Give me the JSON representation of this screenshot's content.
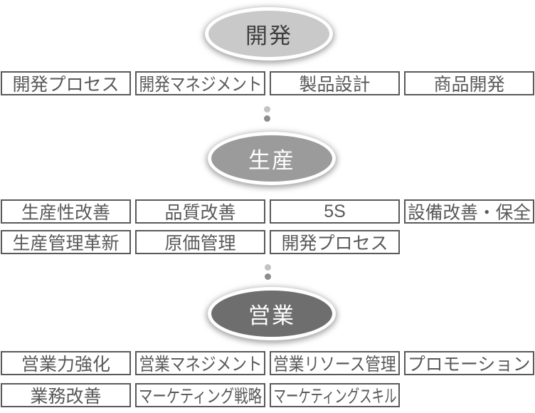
{
  "colors": {
    "box_border": "#595959",
    "box_text": "#595959",
    "box_fill": "#ffffff",
    "connector_dot_light": "#c3c3c3",
    "connector_dot_dark": "#8d8d8d",
    "ellipse_ring": "#ffffff"
  },
  "connectors": {
    "dot_light": "#c3c3c3",
    "dot_dark": "#8d8d8d"
  },
  "sections": [
    {
      "id": "development",
      "ellipse": {
        "label": "開発",
        "fill": "#c9c9c9",
        "text_color": "#3f3f3f"
      },
      "rows": [
        [
          "開発プロセス",
          "開発マネジメント",
          "製品設計",
          "商品開発"
        ]
      ]
    },
    {
      "id": "production",
      "ellipse": {
        "label": "生産",
        "fill": "#9b9b9b",
        "text_color": "#ffffff"
      },
      "rows": [
        [
          "生産性改善",
          "品質改善",
          "5S",
          "設備改善・保全"
        ],
        [
          "生産管理革新",
          "原価管理",
          "開発プロセス"
        ]
      ]
    },
    {
      "id": "sales",
      "ellipse": {
        "label": "営業",
        "fill": "#6e6e6e",
        "text_color": "#ffffff"
      },
      "rows": [
        [
          "営業力強化",
          "営業マネジメント",
          "営業リソース管理",
          "プロモーション"
        ],
        [
          "業務改善",
          "マーケティング戦略",
          "マーケティングスキル"
        ]
      ]
    }
  ]
}
